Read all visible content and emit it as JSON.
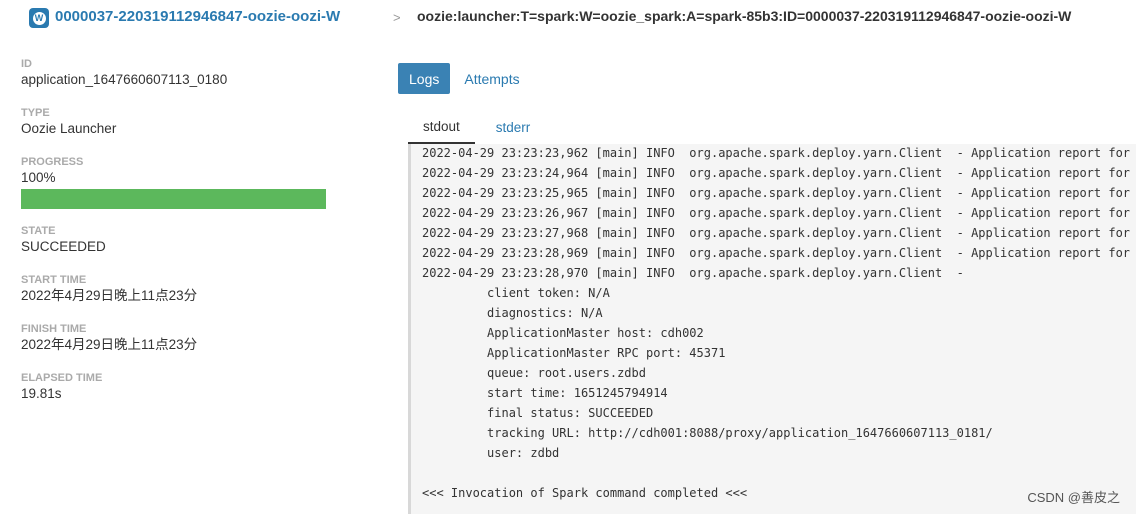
{
  "header": {
    "icon_letter": "W",
    "job_link": "0000037-220319112946847-oozie-oozi-W",
    "separator": ">",
    "title": "oozie:launcher:T=spark:W=oozie_spark:A=spark-85b3:ID=0000037-220319112946847-oozie-oozi-W"
  },
  "properties": [
    {
      "label": "ID",
      "value": "application_1647660607113_0180"
    },
    {
      "label": "TYPE",
      "value": "Oozie Launcher"
    },
    {
      "label": "PROGRESS",
      "value": "100%",
      "progress": 1.0
    },
    {
      "label": "STATE",
      "value": "SUCCEEDED"
    },
    {
      "label": "START TIME",
      "value": "2022年4月29日晚上11点23分"
    },
    {
      "label": "FINISH TIME",
      "value": "2022年4月29日晚上11点23分"
    },
    {
      "label": "ELAPSED TIME",
      "value": "19.81s"
    }
  ],
  "colors": {
    "accent": "#2a7ab0",
    "active_tab": "#3a82b4",
    "progress": "#5cb85c"
  },
  "tabs": [
    {
      "label": "Logs",
      "active": true
    },
    {
      "label": "Attempts",
      "active": false
    }
  ],
  "log_tabs": [
    {
      "label": "stdout",
      "active": true
    },
    {
      "label": "stderr",
      "active": false
    }
  ],
  "log_lines": [
    "2022-04-29 23:23:23,962 [main] INFO  org.apache.spark.deploy.yarn.Client  - Application report for",
    "2022-04-29 23:23:24,964 [main] INFO  org.apache.spark.deploy.yarn.Client  - Application report for",
    "2022-04-29 23:23:25,965 [main] INFO  org.apache.spark.deploy.yarn.Client  - Application report for",
    "2022-04-29 23:23:26,967 [main] INFO  org.apache.spark.deploy.yarn.Client  - Application report for",
    "2022-04-29 23:23:27,968 [main] INFO  org.apache.spark.deploy.yarn.Client  - Application report for",
    "2022-04-29 23:23:28,969 [main] INFO  org.apache.spark.deploy.yarn.Client  - Application report for",
    "2022-04-29 23:23:28,970 [main] INFO  org.apache.spark.deploy.yarn.Client  -",
    "         client token: N/A",
    "         diagnostics: N/A",
    "         ApplicationMaster host: cdh002",
    "         ApplicationMaster RPC port: 45371",
    "         queue: root.users.zdbd",
    "         start time: 1651245794914",
    "         final status: SUCCEEDED",
    "         tracking URL: http://cdh001:8088/proxy/application_1647660607113_0181/",
    "         user: zdbd",
    "",
    "<<< Invocation of Spark command completed <<<"
  ],
  "watermark": "CSDN @善皮之"
}
